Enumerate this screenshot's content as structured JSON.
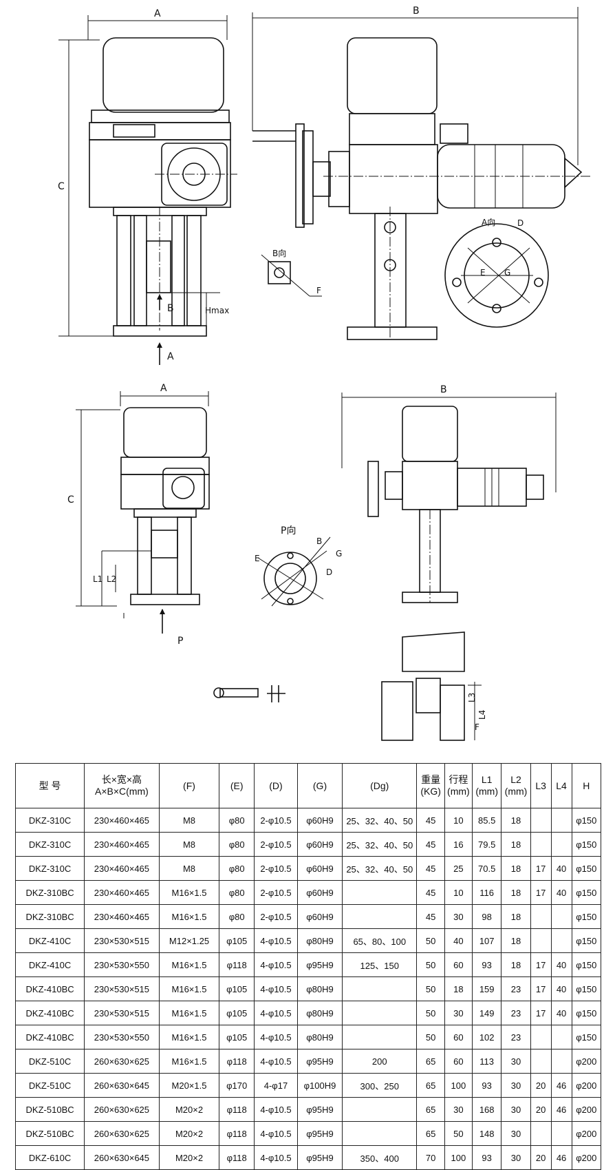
{
  "drawing_labels": {
    "dim_a": "A",
    "dim_b": "B",
    "dim_c": "C",
    "hmax": "Hmax",
    "arrow_a": "A",
    "arrow_b": "B",
    "view_b": "B向",
    "view_a": "A向",
    "f": "F",
    "d": "D",
    "e": "E",
    "g": "G",
    "view_p": "P向",
    "p": "P",
    "l1": "L1",
    "l2": "L2",
    "l3": "L3",
    "l4": "L4"
  },
  "table": {
    "headers": [
      {
        "line1": "型 号",
        "line2": ""
      },
      {
        "line1": "长×宽×高",
        "line2": "A×B×C(mm)"
      },
      {
        "line1": "(F)",
        "line2": ""
      },
      {
        "line1": "(E)",
        "line2": ""
      },
      {
        "line1": "(D)",
        "line2": ""
      },
      {
        "line1": "(G)",
        "line2": ""
      },
      {
        "line1": "(Dg)",
        "line2": ""
      },
      {
        "line1": "重量",
        "line2": "(KG)"
      },
      {
        "line1": "行程",
        "line2": "(mm)"
      },
      {
        "line1": "L1",
        "line2": "(mm)"
      },
      {
        "line1": "L2",
        "line2": "(mm)"
      },
      {
        "line1": "L3",
        "line2": ""
      },
      {
        "line1": "L4",
        "line2": ""
      },
      {
        "line1": "H",
        "line2": ""
      }
    ],
    "rows": [
      [
        "DKZ-310C",
        "230×460×465",
        "M8",
        "φ80",
        "2-φ10.5",
        "φ60H9",
        "25、32、40、50",
        "45",
        "10",
        "85.5",
        "18",
        "",
        "",
        "φ150"
      ],
      [
        "DKZ-310C",
        "230×460×465",
        "M8",
        "φ80",
        "2-φ10.5",
        "φ60H9",
        "25、32、40、50",
        "45",
        "16",
        "79.5",
        "18",
        "",
        "",
        "φ150"
      ],
      [
        "DKZ-310C",
        "230×460×465",
        "M8",
        "φ80",
        "2-φ10.5",
        "φ60H9",
        "25、32、40、50",
        "45",
        "25",
        "70.5",
        "18",
        "17",
        "40",
        "φ150"
      ],
      [
        "DKZ-310BC",
        "230×460×465",
        "M16×1.5",
        "φ80",
        "2-φ10.5",
        "φ60H9",
        "",
        "45",
        "10",
        "116",
        "18",
        "17",
        "40",
        "φ150"
      ],
      [
        "DKZ-310BC",
        "230×460×465",
        "M16×1.5",
        "φ80",
        "2-φ10.5",
        "φ60H9",
        "",
        "45",
        "30",
        "98",
        "18",
        "",
        "",
        "φ150"
      ],
      [
        "DKZ-410C",
        "230×530×515",
        "M12×1.25",
        "φ105",
        "4-φ10.5",
        "φ80H9",
        "65、80、100",
        "50",
        "40",
        "107",
        "18",
        "",
        "",
        "φ150"
      ],
      [
        "DKZ-410C",
        "230×530×550",
        "M16×1.5",
        "φ118",
        "4-φ10.5",
        "φ95H9",
        "125、150",
        "50",
        "60",
        "93",
        "18",
        "17",
        "40",
        "φ150"
      ],
      [
        "DKZ-410BC",
        "230×530×515",
        "M16×1.5",
        "φ105",
        "4-φ10.5",
        "φ80H9",
        "",
        "50",
        "18",
        "159",
        "23",
        "17",
        "40",
        "φ150"
      ],
      [
        "DKZ-410BC",
        "230×530×515",
        "M16×1.5",
        "φ105",
        "4-φ10.5",
        "φ80H9",
        "",
        "50",
        "30",
        "149",
        "23",
        "17",
        "40",
        "φ150"
      ],
      [
        "DKZ-410BC",
        "230×530×550",
        "M16×1.5",
        "φ105",
        "4-φ10.5",
        "φ80H9",
        "",
        "50",
        "60",
        "102",
        "23",
        "",
        "",
        "φ150"
      ],
      [
        "DKZ-510C",
        "260×630×625",
        "M16×1.5",
        "φ118",
        "4-φ10.5",
        "φ95H9",
        "200",
        "65",
        "60",
        "113",
        "30",
        "",
        "",
        "φ200"
      ],
      [
        "DKZ-510C",
        "260×630×645",
        "M20×1.5",
        "φ170",
        "4-φ17",
        "φ100H9",
        "300、250",
        "65",
        "100",
        "93",
        "30",
        "20",
        "46",
        "φ200"
      ],
      [
        "DKZ-510BC",
        "260×630×625",
        "M20×2",
        "φ118",
        "4-φ10.5",
        "φ95H9",
        "",
        "65",
        "30",
        "168",
        "30",
        "20",
        "46",
        "φ200"
      ],
      [
        "DKZ-510BC",
        "260×630×625",
        "M20×2",
        "φ118",
        "4-φ10.5",
        "φ95H9",
        "",
        "65",
        "50",
        "148",
        "30",
        "",
        "",
        "φ200"
      ],
      [
        "DKZ-610C",
        "260×630×645",
        "M20×2",
        "φ118",
        "4-φ10.5",
        "φ95H9",
        "350、400",
        "70",
        "100",
        "93",
        "30",
        "20",
        "46",
        "φ200"
      ]
    ]
  }
}
